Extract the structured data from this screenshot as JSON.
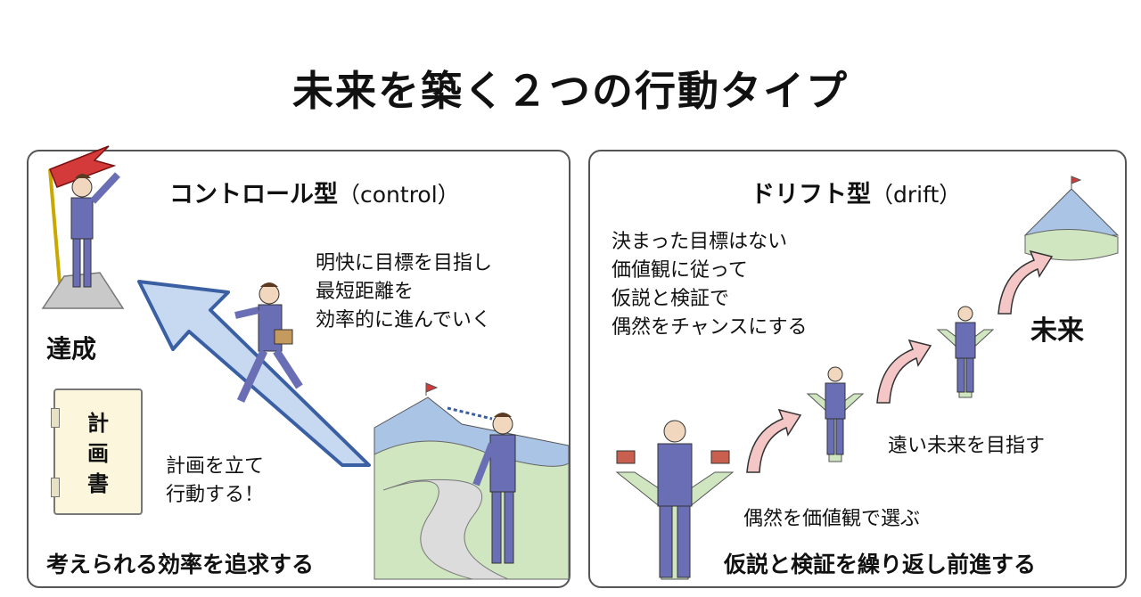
{
  "title": "未来を築く２つの行動タイプ",
  "left": {
    "heading": "コントロール型",
    "heading_sub": "（control）",
    "description": "明快に目標を目指し\n最短距離を\n効率的に進んでいく",
    "goal_label": "達成",
    "document_label": "計\n画\n書",
    "plan_text": "計画を立て\n行動する！",
    "bottom_text": "考えられる効率を追求する",
    "icons": [
      "flag-icon",
      "businessman-icon",
      "mountain-icon",
      "arrow-icon",
      "document-icon"
    ]
  },
  "right": {
    "heading": "ドリフト型",
    "heading_sub": "（drift）",
    "description": "決まった目標はない\n価値観に従って\n仮説と検証で\n偶然をチャンスにする",
    "future_label": "未来",
    "far_future_text": "遠い未来を目指す",
    "choose_text": "偶然を価値観で選ぶ",
    "bottom_text": "仮説と検証を繰り返し前進する",
    "icons": [
      "crossroads-icon",
      "businessman-icon",
      "curved-arrow-icon",
      "mountain-icon"
    ]
  },
  "colors": {
    "arrow_fill": "#c6d9f0",
    "arrow_stroke": "#3b5fa3",
    "suit": "#6a6fb5",
    "mountain": "#a9c4e4",
    "grass": "#cfe6c0",
    "pink_arrow": "#f4c6c6"
  }
}
